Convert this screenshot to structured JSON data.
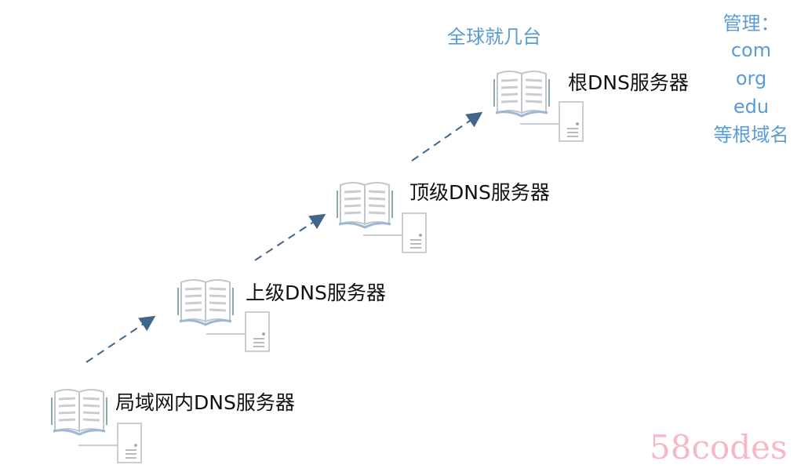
{
  "nodes": [
    {
      "label": "局域网内DNS服务器"
    },
    {
      "label": "上级DNS服务器"
    },
    {
      "label": "顶级DNS服务器"
    },
    {
      "label": "根DNS服务器"
    }
  ],
  "root_note": "全球就几台",
  "management": {
    "title": "管理：",
    "items": [
      "com",
      "org",
      "edu"
    ],
    "footer": "等根域名"
  },
  "watermark": "58codes",
  "colors": {
    "accent": "#5b9bd5",
    "arrow": "#41668a",
    "watermark": "#f6b9c3"
  }
}
